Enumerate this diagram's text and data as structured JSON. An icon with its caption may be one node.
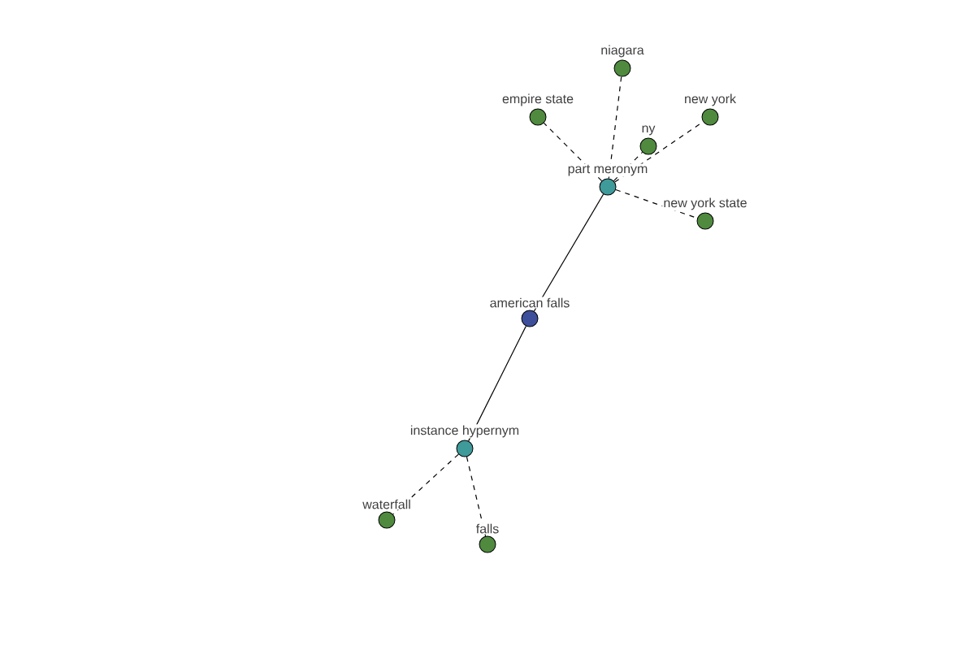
{
  "diagram": {
    "nodes": [
      {
        "text": [
          "american falls"
        ]
      },
      {
        "text": [
          "part meronym"
        ]
      },
      {
        "text": [
          "instance hypernym"
        ]
      },
      {
        "text": [
          "niagara"
        ]
      },
      {
        "text": [
          "empire state"
        ]
      },
      {
        "text": [
          "ny"
        ]
      },
      {
        "text": [
          "new york"
        ]
      },
      {
        "text": [
          "new york state"
        ]
      },
      {
        "text": [
          "waterfall"
        ]
      },
      {
        "text": [
          "falls"
        ]
      }
    ],
    "edges": [
      {
        "from": 0,
        "to": 1,
        "arrow": "none"
      },
      {
        "from": 0,
        "to": 2,
        "arrow": "none"
      },
      {
        "from": 1,
        "to": 3,
        "arrow": "none",
        "style": "dashed"
      },
      {
        "from": 1,
        "to": 4,
        "arrow": "none",
        "style": "dashed"
      },
      {
        "from": 1,
        "to": 5,
        "arrow": "none",
        "style": "dashed"
      },
      {
        "from": 1,
        "to": 6,
        "arrow": "none",
        "style": "dashed"
      },
      {
        "from": 1,
        "to": 7,
        "arrow": "none",
        "style": "dashed"
      },
      {
        "from": 2,
        "to": 8,
        "arrow": "none",
        "style": "dashed"
      },
      {
        "from": 2,
        "to": 9,
        "arrow": "none",
        "style": "dashed"
      }
    ]
  }
}
